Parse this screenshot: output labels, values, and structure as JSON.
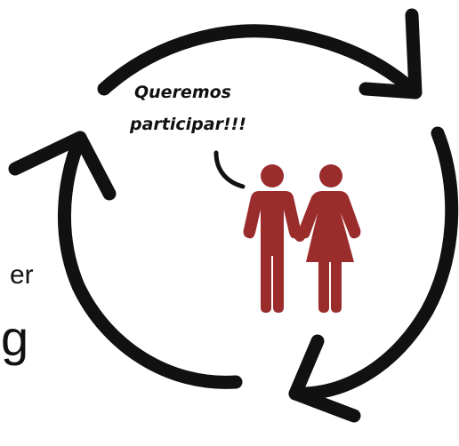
{
  "speech_bubble": {
    "line1": "Queremos",
    "line2": "participar!!!"
  },
  "left_fragments": {
    "top": "er",
    "bottom": "g"
  },
  "colors": {
    "arrows": "#111111",
    "couple": "#9b2c2c",
    "background": "#ffffff"
  },
  "icons": [
    "cycle-arrows-icon",
    "couple-icon"
  ]
}
